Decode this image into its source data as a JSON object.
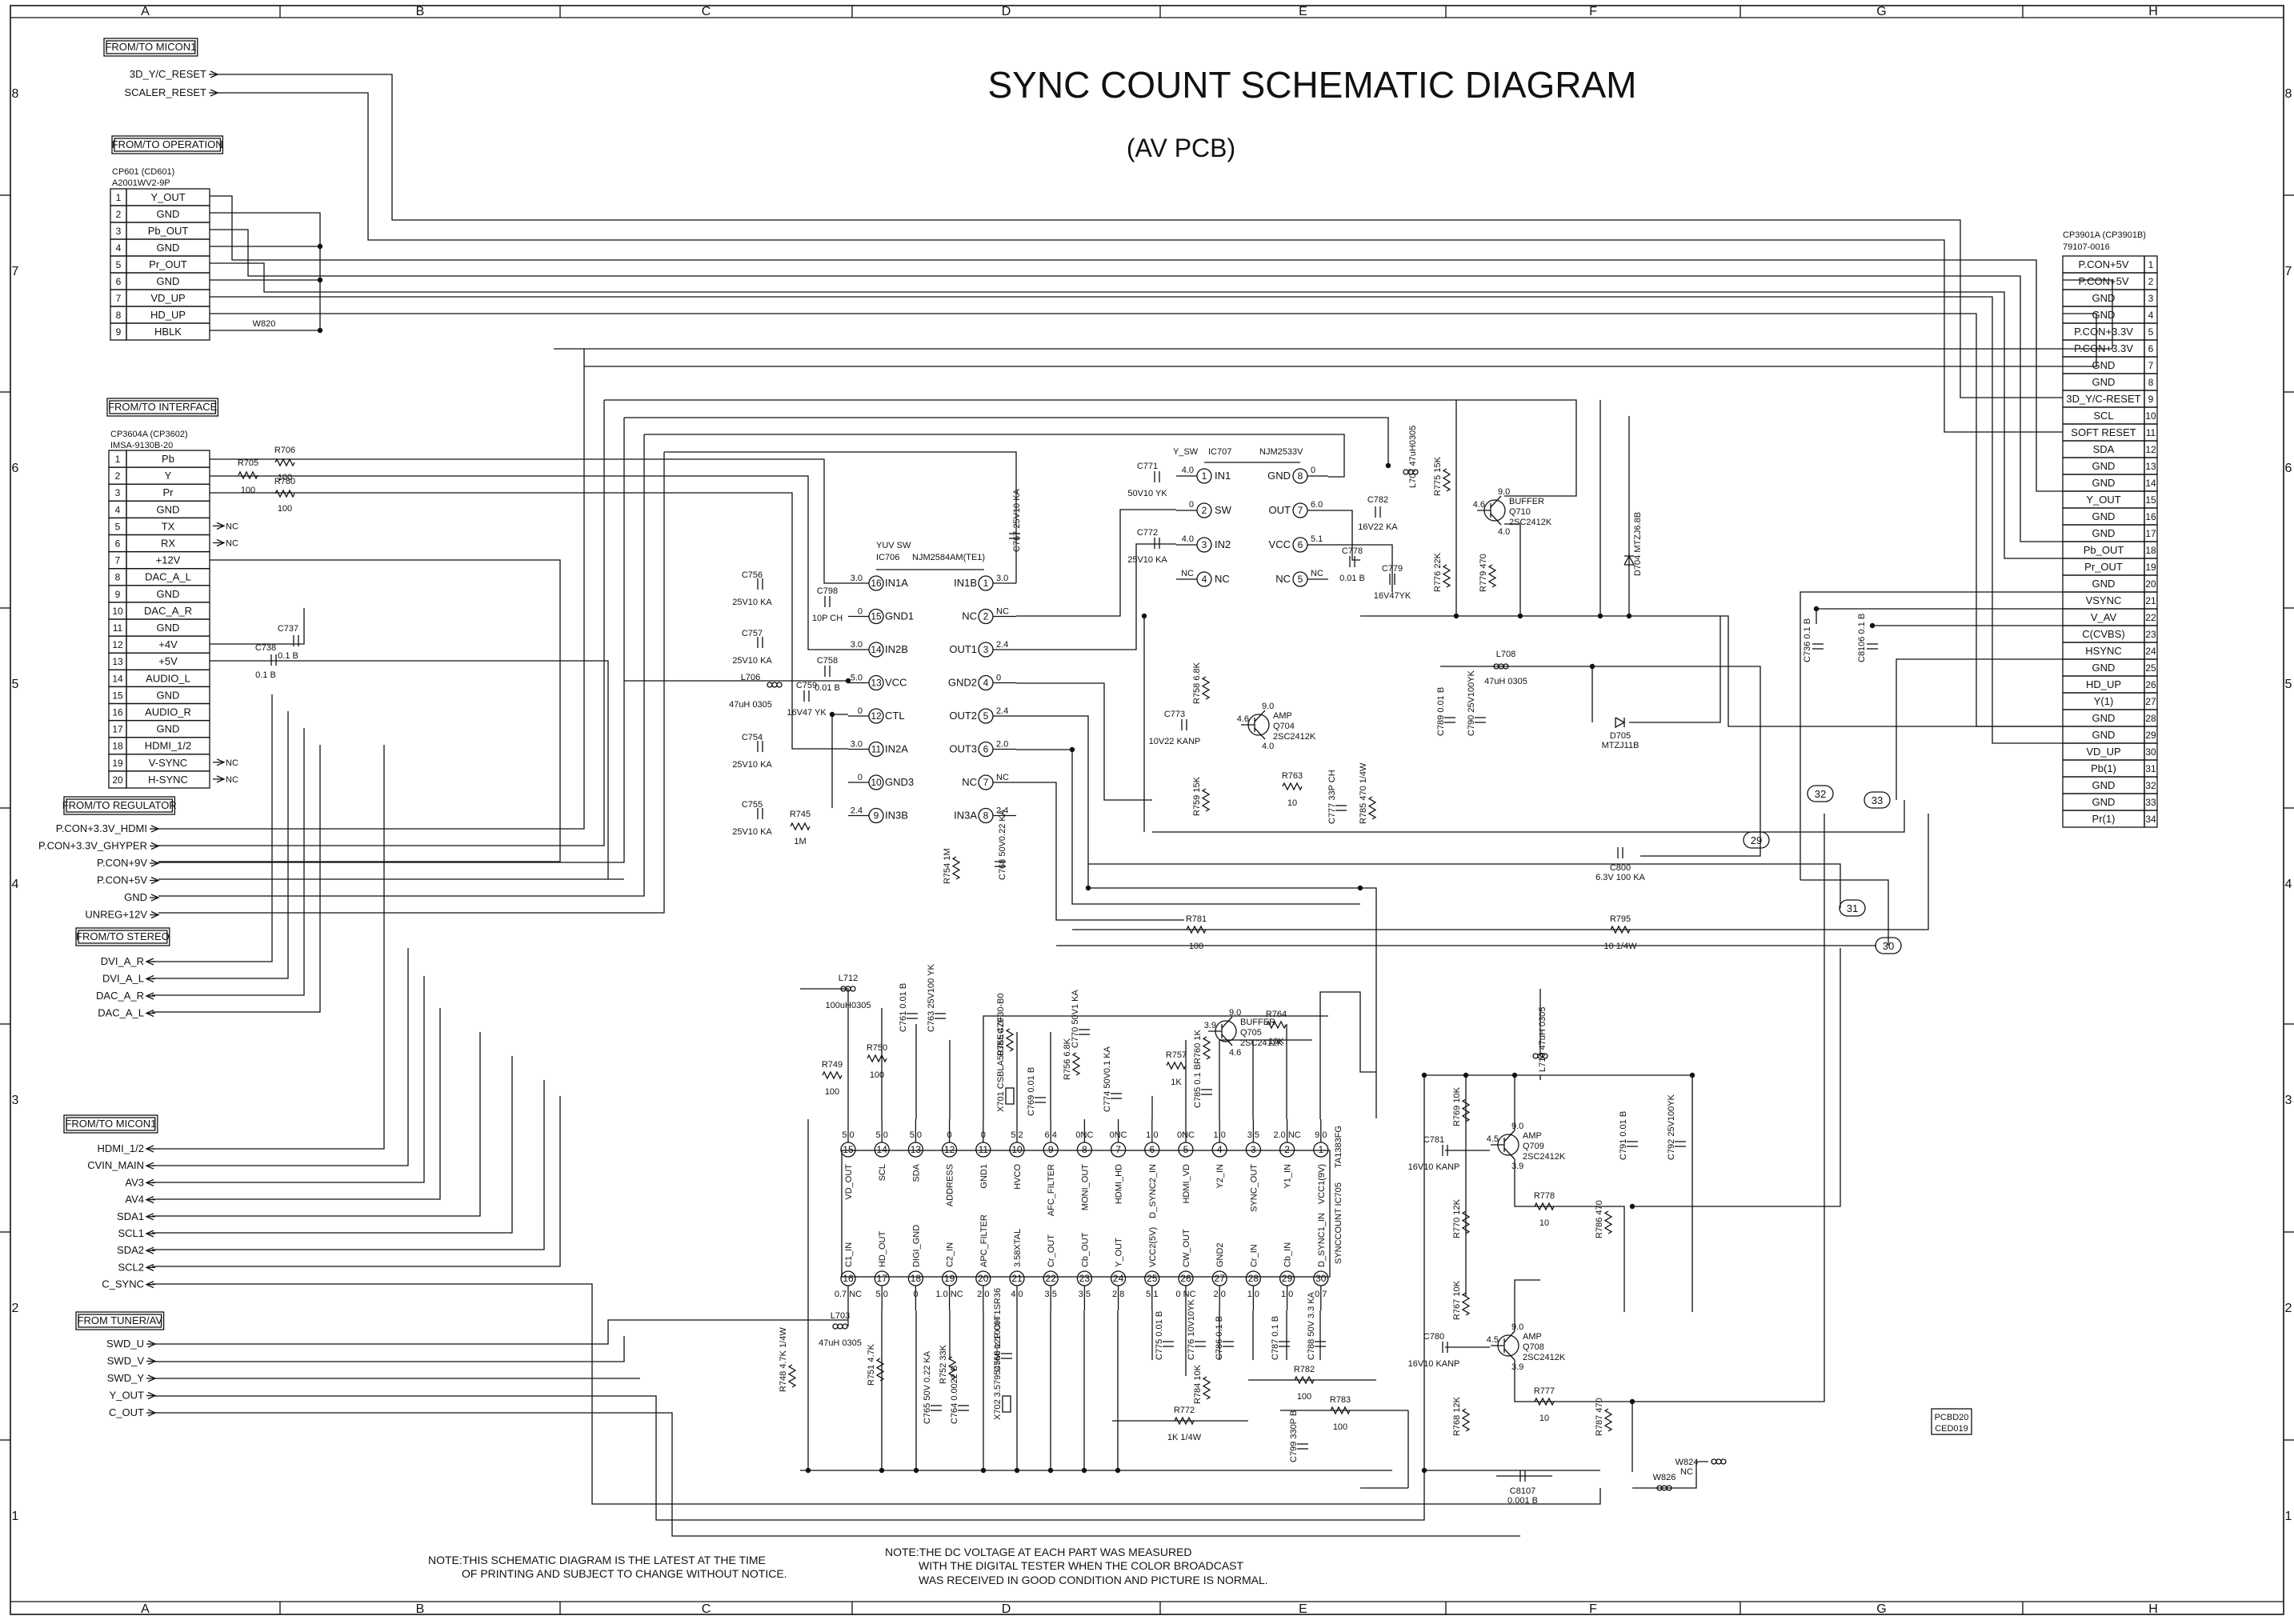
{
  "title": "SYNC COUNT SCHEMATIC DIAGRAM",
  "subtitle": "(AV PCB)",
  "grid": {
    "columns": [
      "A",
      "B",
      "C",
      "D",
      "E",
      "F",
      "G",
      "H"
    ],
    "rows": [
      "8",
      "7",
      "6",
      "5",
      "4",
      "3",
      "2",
      "1"
    ]
  },
  "left_blocks": {
    "micon1_top": {
      "title": "FROM/TO MICON1",
      "signals": [
        "3D_Y/C_RESET",
        "SCALER_RESET"
      ]
    },
    "operation": {
      "title": "FROM/TO OPERATION",
      "connector": "CP601  (CD601)",
      "part": "A2001WV2-9P",
      "pins": [
        {
          "n": "1",
          "name": "Y_OUT"
        },
        {
          "n": "2",
          "name": "GND"
        },
        {
          "n": "3",
          "name": "Pb_OUT"
        },
        {
          "n": "4",
          "name": "GND"
        },
        {
          "n": "5",
          "name": "Pr_OUT"
        },
        {
          "n": "6",
          "name": "GND"
        },
        {
          "n": "7",
          "name": "VD_UP"
        },
        {
          "n": "8",
          "name": "HD_UP"
        },
        {
          "n": "9",
          "name": "HBLK"
        }
      ],
      "extra": "W820"
    },
    "interface": {
      "title": "FROM/TO INTERFACE",
      "connector": "CP3604A  (CP3602)",
      "part": "IMSA-9130B-20",
      "pins": [
        {
          "n": "1",
          "name": "Pb"
        },
        {
          "n": "2",
          "name": "Y"
        },
        {
          "n": "3",
          "name": "Pr"
        },
        {
          "n": "4",
          "name": "GND"
        },
        {
          "n": "5",
          "name": "TX"
        },
        {
          "n": "6",
          "name": "RX"
        },
        {
          "n": "7",
          "name": "+12V"
        },
        {
          "n": "8",
          "name": "DAC_A_L"
        },
        {
          "n": "9",
          "name": "GND"
        },
        {
          "n": "10",
          "name": "DAC_A_R"
        },
        {
          "n": "11",
          "name": "GND"
        },
        {
          "n": "12",
          "name": "+4V"
        },
        {
          "n": "13",
          "name": "+5V"
        },
        {
          "n": "14",
          "name": "AUDIO_L"
        },
        {
          "n": "15",
          "name": "GND"
        },
        {
          "n": "16",
          "name": "AUDIO_R"
        },
        {
          "n": "17",
          "name": "GND"
        },
        {
          "n": "18",
          "name": "HDMI_1/2"
        },
        {
          "n": "19",
          "name": "V-SYNC"
        },
        {
          "n": "20",
          "name": "H-SYNC"
        }
      ],
      "nc_label": "NC"
    },
    "regulator": {
      "title": "FROM/TO REGULATOR",
      "signals": [
        "P.CON+3.3V_HDMI",
        "P.CON+3.3V_GHYPER",
        "P.CON+9V",
        "P.CON+5V",
        "GND",
        "UNREG+12V"
      ]
    },
    "stereo": {
      "title": "FROM/TO STEREO",
      "signals": [
        "DVI_A_R",
        "DVI_A_L",
        "DAC_A_R",
        "DAC_A_L"
      ]
    },
    "micon1_bottom": {
      "title": "FROM/TO MICON1",
      "signals": [
        "HDMI_1/2",
        "CVIN_MAIN",
        "AV3",
        "AV4",
        "SDA1",
        "SCL1",
        "SDA2",
        "SCL2",
        "C_SYNC"
      ]
    },
    "tuner": {
      "title": "FROM TUNER/AV",
      "signals": [
        "SWD_U",
        "SWD_V",
        "SWD_Y",
        "Y_OUT",
        "C_OUT"
      ]
    }
  },
  "right_connector": {
    "connector": "CP3901A  (CP3901B)",
    "part": "79107-0016",
    "pins": [
      {
        "n": "1",
        "name": "P.CON+5V"
      },
      {
        "n": "2",
        "name": "P.CON+5V"
      },
      {
        "n": "3",
        "name": "GND"
      },
      {
        "n": "4",
        "name": "GND"
      },
      {
        "n": "5",
        "name": "P.CON+3.3V"
      },
      {
        "n": "6",
        "name": "P.CON+3.3V"
      },
      {
        "n": "7",
        "name": "GND"
      },
      {
        "n": "8",
        "name": "GND"
      },
      {
        "n": "9",
        "name": "3D_Y/C-RESET"
      },
      {
        "n": "10",
        "name": "SCL"
      },
      {
        "n": "11",
        "name": "SOFT RESET"
      },
      {
        "n": "12",
        "name": "SDA"
      },
      {
        "n": "13",
        "name": "GND"
      },
      {
        "n": "14",
        "name": "GND"
      },
      {
        "n": "15",
        "name": "Y_OUT"
      },
      {
        "n": "16",
        "name": "GND"
      },
      {
        "n": "17",
        "name": "GND"
      },
      {
        "n": "18",
        "name": "Pb_OUT"
      },
      {
        "n": "19",
        "name": "Pr_OUT"
      },
      {
        "n": "20",
        "name": "GND"
      },
      {
        "n": "21",
        "name": "VSYNC"
      },
      {
        "n": "22",
        "name": "V_AV"
      },
      {
        "n": "23",
        "name": "C(CVBS)"
      },
      {
        "n": "24",
        "name": "HSYNC"
      },
      {
        "n": "25",
        "name": "GND"
      },
      {
        "n": "26",
        "name": "HD_UP"
      },
      {
        "n": "27",
        "name": "Y(1)"
      },
      {
        "n": "28",
        "name": "GND"
      },
      {
        "n": "29",
        "name": "GND"
      },
      {
        "n": "30",
        "name": "VD_UP"
      },
      {
        "n": "31",
        "name": "Pb(1)"
      },
      {
        "n": "32",
        "name": "GND"
      },
      {
        "n": "33",
        "name": "GND"
      },
      {
        "n": "34",
        "name": "Pr(1)"
      }
    ]
  },
  "ic706": {
    "title": "YUV SW",
    "ref": "IC706",
    "part": "NJM2584AM(TE1)",
    "left_pins": [
      {
        "n": "16",
        "name": "IN1A",
        "v": "3.0"
      },
      {
        "n": "15",
        "name": "GND1",
        "v": "0"
      },
      {
        "n": "14",
        "name": "IN2B",
        "v": "3.0"
      },
      {
        "n": "13",
        "name": "VCC",
        "v": "5.0"
      },
      {
        "n": "12",
        "name": "CTL",
        "v": "0"
      },
      {
        "n": "11",
        "name": "IN2A",
        "v": "3.0"
      },
      {
        "n": "10",
        "name": "GND3",
        "v": "0"
      },
      {
        "n": "9",
        "name": "IN3B",
        "v": "2.4"
      }
    ],
    "right_pins": [
      {
        "n": "1",
        "name": "IN1B",
        "v": "3.0"
      },
      {
        "n": "2",
        "name": "NC",
        "v": "NC"
      },
      {
        "n": "3",
        "name": "OUT1",
        "v": "2.4"
      },
      {
        "n": "4",
        "name": "GND2",
        "v": "0"
      },
      {
        "n": "5",
        "name": "OUT2",
        "v": "2.4"
      },
      {
        "n": "6",
        "name": "OUT3",
        "v": "2.0"
      },
      {
        "n": "7",
        "name": "NC",
        "v": "NC"
      },
      {
        "n": "8",
        "name": "IN3A",
        "v": "2.4"
      }
    ]
  },
  "ic707": {
    "title": "Y_SW",
    "ref": "IC707",
    "part": "NJM2533V",
    "left_pins": [
      {
        "n": "1",
        "name": "IN1",
        "v": "4.0"
      },
      {
        "n": "2",
        "name": "SW",
        "v": "0"
      },
      {
        "n": "3",
        "name": "IN2",
        "v": "4.0"
      },
      {
        "n": "4",
        "name": "NC",
        "v": "NC"
      }
    ],
    "right_pins": [
      {
        "n": "8",
        "name": "GND",
        "v": "0"
      },
      {
        "n": "7",
        "name": "OUT",
        "v": "6.0"
      },
      {
        "n": "6",
        "name": "VCC",
        "v": "5.1"
      },
      {
        "n": "5",
        "name": "NC",
        "v": "NC"
      }
    ]
  },
  "ic705": {
    "ref": "SYNCCOUNT IC705",
    "part": "TA1383FG",
    "top_pins": [
      {
        "n": "15",
        "name": "VD_OUT",
        "v": "5.0"
      },
      {
        "n": "14",
        "name": "SCL",
        "v": "5.0"
      },
      {
        "n": "13",
        "name": "SDA",
        "v": "5.0"
      },
      {
        "n": "12",
        "name": "ADDRESS",
        "v": "0"
      },
      {
        "n": "11",
        "name": "GND1",
        "v": "0"
      },
      {
        "n": "10",
        "name": "HVCO",
        "v": "5.2"
      },
      {
        "n": "9",
        "name": "AFC_FILTER",
        "v": "6.4"
      },
      {
        "n": "8",
        "name": "MONI_OUT",
        "v": "0NC"
      },
      {
        "n": "7",
        "name": "HDMI_HD",
        "v": "0NC"
      },
      {
        "n": "6",
        "name": "D_SYNC2_IN",
        "v": "1.0"
      },
      {
        "n": "5",
        "name": "HDMI_VD",
        "v": "0NC"
      },
      {
        "n": "4",
        "name": "Y2_IN",
        "v": "1.0"
      },
      {
        "n": "3",
        "name": "SYNC_OUT",
        "v": "3.5"
      },
      {
        "n": "2",
        "name": "Y1_IN",
        "v": "2.0 NC"
      },
      {
        "n": "1",
        "name": "VCC1(9V)",
        "v": "9.0"
      }
    ],
    "bottom_pins": [
      {
        "n": "16",
        "name": "C1_IN",
        "v": "0.7 NC"
      },
      {
        "n": "17",
        "name": "HD_OUT",
        "v": "5.0"
      },
      {
        "n": "18",
        "name": "DIGI_GND",
        "v": "0"
      },
      {
        "n": "19",
        "name": "C2_IN",
        "v": "1.0 NC"
      },
      {
        "n": "20",
        "name": "APC_FILTER",
        "v": "2.0"
      },
      {
        "n": "21",
        "name": "3.58XTAL",
        "v": "4.0"
      },
      {
        "n": "22",
        "name": "Cr_OUT",
        "v": "3.5"
      },
      {
        "n": "23",
        "name": "Cb_OUT",
        "v": "3.5"
      },
      {
        "n": "24",
        "name": "Y_OUT",
        "v": "2.8"
      },
      {
        "n": "25",
        "name": "VCC2(5V)",
        "v": "5.1"
      },
      {
        "n": "26",
        "name": "CW_OUT",
        "v": "0 NC"
      },
      {
        "n": "27",
        "name": "GND2",
        "v": "2.0"
      },
      {
        "n": "28",
        "name": "Cr_IN",
        "v": "1.0"
      },
      {
        "n": "29",
        "name": "Cb_IN",
        "v": "1.0"
      },
      {
        "n": "30",
        "name": "D_SYNC1_IN",
        "v": "0.7"
      }
    ]
  },
  "transistors": [
    {
      "id": "q710",
      "role": "BUFFER",
      "ref": "Q710",
      "part": "2SC2412K",
      "vb": "4.6",
      "vc": "9.0",
      "ve": "4.0"
    },
    {
      "id": "q704",
      "role": "AMP",
      "ref": "Q704",
      "part": "2SC2412K",
      "vb": "4.6",
      "vc": "9.0",
      "ve": "4.0"
    },
    {
      "id": "q705",
      "role": "BUFFER",
      "ref": "Q705",
      "part": "2SC2412K",
      "vb": "3.9",
      "vc": "9.0",
      "ve": "4.6"
    },
    {
      "id": "q709",
      "role": "AMP",
      "ref": "Q709",
      "part": "2SC2412K",
      "vb": "4.5",
      "vc": "9.0",
      "ve": "3.9"
    },
    {
      "id": "q708",
      "role": "AMP",
      "ref": "Q708",
      "part": "2SC2412K",
      "vb": "4.5",
      "vc": "9.0",
      "ve": "3.9"
    }
  ],
  "components": {
    "r705": [
      "R705",
      "100"
    ],
    "r706": [
      "R706",
      "100"
    ],
    "r780": [
      "R780",
      "100"
    ],
    "c737": [
      "C737",
      "0.1  B"
    ],
    "c738": [
      "C738",
      "0.1  B"
    ],
    "c756": [
      "C756",
      "25V10 KA"
    ],
    "c798": [
      "C798",
      "10P CH"
    ],
    "c757": [
      "C757",
      "25V10 KA"
    ],
    "l706": [
      "L706",
      "47uH 0305"
    ],
    "c758": [
      "C758",
      "0.01  B"
    ],
    "c759": [
      "C759",
      "16V47 YK"
    ],
    "c754": [
      "C754",
      "25V10 KA"
    ],
    "c755": [
      "C755",
      "25V10 KA"
    ],
    "r745": [
      "R745",
      "1M"
    ],
    "c767": [
      "C767",
      "25V10 KA"
    ],
    "r754": [
      "R754",
      "1M"
    ],
    "c768": [
      "C768",
      "50V0.22 KA"
    ],
    "c771": [
      "C771",
      "50V10 YK"
    ],
    "c772": [
      "C772",
      "25V10 KA"
    ],
    "l707": [
      "L707",
      "47uH0305"
    ],
    "r775": [
      "R775",
      "15K"
    ],
    "c782": [
      "C782",
      "16V22  KA"
    ],
    "c778": [
      "C778",
      "0.01  B"
    ],
    "c779": [
      "C779",
      "16V47YK"
    ],
    "r776": [
      "R776",
      "22K"
    ],
    "r779": [
      "R779",
      "470"
    ],
    "d704": [
      "D704",
      "MTZJ6.8B"
    ],
    "d705": [
      "D705",
      "MTZJ11B"
    ],
    "l708": [
      "L708",
      "47uH 0305"
    ],
    "c789": [
      "C789",
      "0.01  B"
    ],
    "c790": [
      "C790",
      "25V100YK"
    ],
    "r758": [
      "R758",
      "6.8K"
    ],
    "c773": [
      "C773",
      "10V22 KANP"
    ],
    "r759": [
      "R759",
      "15K"
    ],
    "r763": [
      "R763",
      "10"
    ],
    "c777": [
      "C777",
      "33P CH"
    ],
    "r785": [
      "R785",
      "470 1/4W"
    ],
    "c736": [
      "C736",
      "0.1  B"
    ],
    "c8106": [
      "C8106",
      "0.1  B"
    ],
    "c800": [
      "C800",
      "6.3V 100  KA"
    ],
    "r781": [
      "R781",
      "100"
    ],
    "r795": [
      "R795",
      "10  1/4W"
    ],
    "l712": [
      "L712",
      "100uH0305"
    ],
    "c761": [
      "C761",
      "0.01  B"
    ],
    "c763": [
      "C763",
      "25V100  YK"
    ],
    "r755": [
      "R755",
      "470"
    ],
    "x701": [
      "X701",
      "CSBLA503KECZF30-B0"
    ],
    "c769": [
      "C769",
      "0.01  B"
    ],
    "c770": [
      "C770",
      "50V1  KA"
    ],
    "r756": [
      "R756",
      "6.8K"
    ],
    "r764": [
      "R764",
      "10K"
    ],
    "r757": [
      "R757",
      "1K"
    ],
    "r760": [
      "R760",
      "1K"
    ],
    "c774": [
      "C774",
      "50V0.1 KA"
    ],
    "c785": [
      "C785",
      "0.1  B"
    ],
    "r749": [
      "R749",
      "100"
    ],
    "r750": [
      "R750",
      "100"
    ],
    "l710": [
      "L710",
      "47uH 0305"
    ],
    "r769": [
      "R769",
      "10K"
    ],
    "c781": [
      "C781",
      "16V10 KANP"
    ],
    "r770": [
      "R770",
      "12K"
    ],
    "r778": [
      "R778",
      "10"
    ],
    "r786": [
      "R786",
      "470"
    ],
    "c791": [
      "C791",
      "0.01  B"
    ],
    "c792": [
      "C792",
      "25V100YK"
    ],
    "r767": [
      "R767",
      "10K"
    ],
    "c780": [
      "C780",
      "16V10 KANP"
    ],
    "r768": [
      "R768",
      "12K"
    ],
    "r777": [
      "R777",
      "10"
    ],
    "r787": [
      "R787",
      "470"
    ],
    "l703": [
      "L703",
      "47uH 0305"
    ],
    "r748": [
      "R748",
      "4.7K 1/4W"
    ],
    "r751": [
      "R751",
      "4.7K"
    ],
    "r752": [
      "R752",
      "33K"
    ],
    "c765": [
      "C765",
      "50V 0.22 KA"
    ],
    "c764": [
      "C764",
      "0.0022 B"
    ],
    "c766": [
      "C766",
      "12P CH"
    ],
    "x702": [
      "X702",
      "3.579545MHz 1000T1SR36"
    ],
    "c775": [
      "C775",
      "0.01  B"
    ],
    "c776": [
      "C776",
      "10V10YK"
    ],
    "c786": [
      "C786",
      "0.1  B"
    ],
    "c787": [
      "C787",
      "0.1  B"
    ],
    "c788": [
      "C788",
      "50V 3.3  KA"
    ],
    "r784": [
      "R784",
      "10K"
    ],
    "r782": [
      "R782",
      "100"
    ],
    "r772": [
      "R772",
      "1K 1/4W"
    ],
    "c799": [
      "C799",
      "330P  B"
    ],
    "r783": [
      "R783",
      "100"
    ],
    "c8107": [
      "C8107",
      "0.001  B"
    ],
    "w826": [
      "W826",
      ""
    ],
    "w824": [
      "W824",
      "NC"
    ]
  },
  "tags": [
    "32",
    "33",
    "29",
    "31",
    "30"
  ],
  "pcb_label": [
    "PCBD20",
    "CED019"
  ],
  "notes": [
    "NOTE:THIS SCHEMATIC DIAGRAM IS THE LATEST AT THE TIME",
    "OF PRINTING AND SUBJECT TO CHANGE WITHOUT NOTICE.",
    "NOTE:THE DC VOLTAGE AT EACH PART WAS MEASURED",
    "WITH THE DIGITAL TESTER WHEN THE COLOR BROADCAST",
    "WAS RECEIVED IN GOOD CONDITION AND PICTURE IS NORMAL."
  ]
}
